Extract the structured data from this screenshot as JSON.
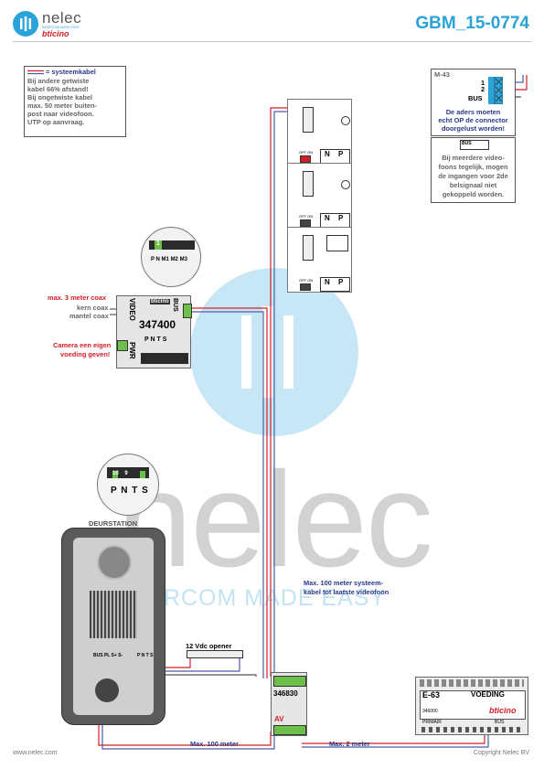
{
  "header": {
    "brand": "nelec",
    "brand_tagline": "INTERCOM MADE EASY",
    "brand_sub": "bticino",
    "doc_id": "GBM_15-0774",
    "accent": "#2aa3d8"
  },
  "watermark": {
    "brand": "nelec",
    "tagline": "INTERCOM MADE EASY"
  },
  "legend": {
    "title": "= systeemkabel",
    "lines": [
      "Bij andere getwiste",
      "kabel 66% afstand!",
      "Bij ongetwiste kabel",
      "max. 50 meter buiten-",
      "post naar videofoon.",
      "UTP op aanvraag."
    ]
  },
  "m43": {
    "title": "M-43",
    "pin1": "1",
    "pin2": "2",
    "bus": "BUS",
    "note": [
      "De aders moeten",
      "echt OP de connector",
      "doorgelust worden!"
    ]
  },
  "bus_note": {
    "badge": "BUS",
    "lines": [
      "Bij meerdere video-",
      "foons tegelijk, mogen",
      "de ingangen voor 2de",
      "belsignaal niet",
      "gekoppeld worden."
    ]
  },
  "coax_note": {
    "line1": "max. 3 meter coax",
    "line2": "kern coax",
    "line3": "mantel coax"
  },
  "camera_note": [
    "Camera een eigen",
    "voeding geven!"
  ],
  "module_347400": {
    "code": "347400",
    "brand": "bticino",
    "video": "VIDEO",
    "pwr": "PWR",
    "bus": "BUS",
    "terms": "P  N  T  S",
    "zoom_terms": "P N M1 M2 M3",
    "zoom_num": "1"
  },
  "door_zoom": {
    "terms": [
      "P",
      "N",
      "T",
      "S"
    ],
    "labels": "P N T S",
    "nums": "10    9"
  },
  "door_station": {
    "title": "DEURSTATION",
    "bottom_terms": "BUS PL S+ S-",
    "right_terms": "P N T S"
  },
  "monitor": {
    "off": "OFF ON",
    "n": "N",
    "p": "P",
    "zero": "0"
  },
  "opener": {
    "label": "12 Vdc opener"
  },
  "module_346830": {
    "code": "346830",
    "av": "AV"
  },
  "psu": {
    "model": "E-63",
    "title": "VOEDING",
    "code": "346000",
    "primair": "PRIMAIR",
    "bus": "BUS",
    "brand": "bticino"
  },
  "distances": {
    "system_max": [
      "Max. 100 meter systeem-",
      "kabel tot laatste videofoon"
    ],
    "bottom_left": "Max. 100 meter",
    "bottom_right": "Max. 2 meter"
  },
  "footer": {
    "left": "www.nelec.com",
    "right": "Copyright Nelec BV"
  }
}
